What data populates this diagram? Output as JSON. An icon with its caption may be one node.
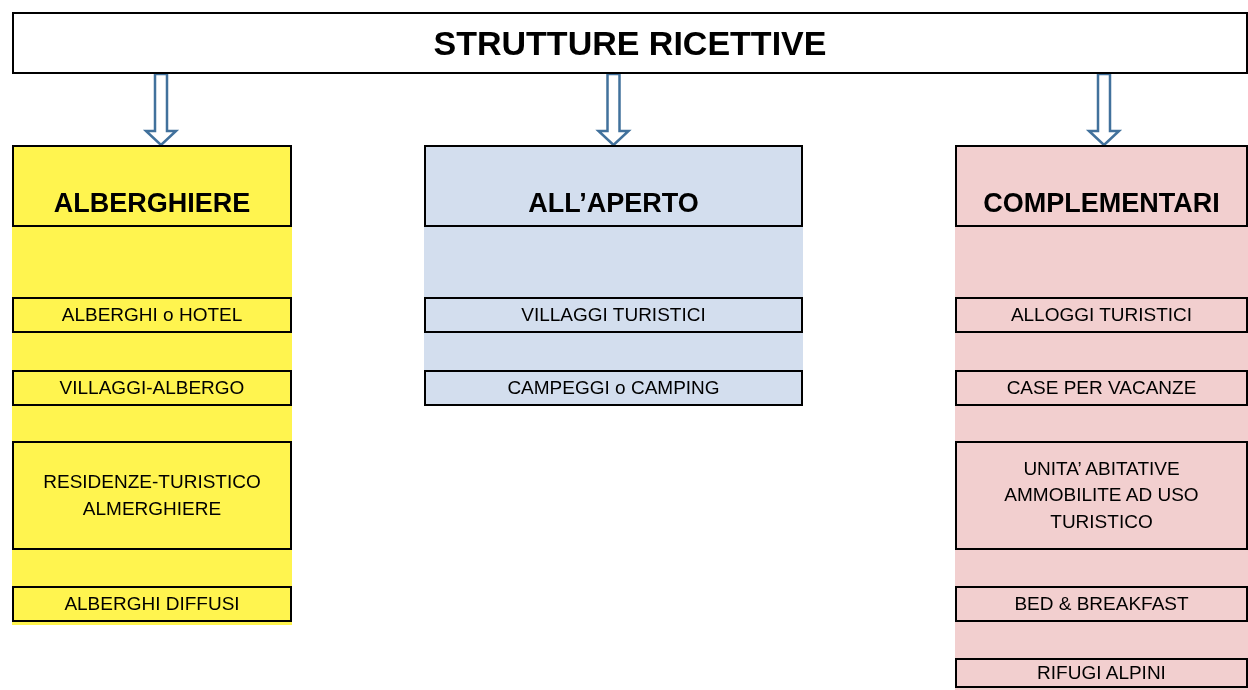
{
  "diagram": {
    "nodes": [
      {
        "text": [
          "STRUTTURE RICETTIVE"
        ]
      },
      {
        "text": [
          "ALBERGHIERE"
        ]
      },
      {
        "text": [
          "ALBERGHI o HOTEL"
        ],
        "in": 1
      },
      {
        "text": [
          "VILLAGGI-ALBERGO"
        ],
        "in": 1
      },
      {
        "text": [
          "RESIDENZE-TURISTICO ALMERGHIERE"
        ],
        "in": 1
      },
      {
        "text": [
          "ALBERGHI DIFFUSI"
        ],
        "in": 1
      },
      {
        "text": [
          "ALL’APERTO"
        ]
      },
      {
        "text": [
          "VILLAGGI TURISTICI"
        ],
        "in": 6
      },
      {
        "text": [
          "CAMPEGGI o CAMPING"
        ],
        "in": 6
      },
      {
        "text": [
          "COMPLEMENTARI"
        ]
      },
      {
        "text": [
          "ALLOGGI TURISTICI"
        ],
        "in": 9
      },
      {
        "text": [
          "CASE PER VACANZE"
        ],
        "in": 9
      },
      {
        "text": [
          "UNITA’ ABITATIVE AMMOBILITE AD USO TURISTICO"
        ],
        "in": 9
      },
      {
        "text": [
          "BED & BREAKFAST"
        ],
        "in": 9
      },
      {
        "text": [
          "RIFUGI ALPINI"
        ],
        "in": 9
      }
    ],
    "edges": [
      {
        "from": 0,
        "to": 1,
        "arrow": "to"
      },
      {
        "from": 0,
        "to": 6,
        "arrow": "to"
      },
      {
        "from": 0,
        "to": 9,
        "arrow": "to"
      }
    ]
  }
}
